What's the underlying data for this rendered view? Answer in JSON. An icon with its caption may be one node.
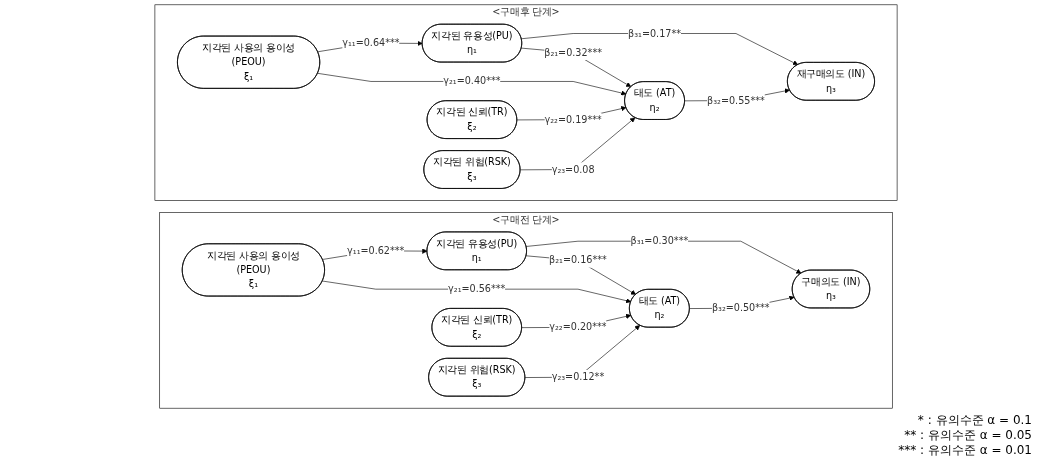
{
  "diagram": {
    "nodes": [
      {
        "text": [
          "<구매전 단계>"
        ]
      },
      {
        "text": [
          "지각된 유용성(PU)",
          "η₁"
        ],
        "in": 0
      },
      {
        "text": [
          "지각된 사용의 용이성(PEOU)",
          "ξ₁"
        ],
        "in": 0
      },
      {
        "text": [
          "지각된 신뢰(TR)",
          "ξ₂"
        ],
        "in": 0
      },
      {
        "text": [
          "지각된 위험(RSK)",
          "ξ₃"
        ],
        "in": 0
      },
      {
        "text": [
          "태도 (AT)",
          "η₂"
        ],
        "in": 0
      },
      {
        "text": [
          "구매의도 (IN)",
          "η₃"
        ],
        "in": 0
      },
      {
        "text": [
          "<구매후 단계>"
        ]
      },
      {
        "text": [
          "지각된 유용성(PU)",
          "η₁"
        ],
        "in": 7
      },
      {
        "text": [
          "지각된 사용의 용이성(PEOU)",
          "ξ₁"
        ],
        "in": 7
      },
      {
        "text": [
          "지각된 신뢰(TR)",
          "ξ₂"
        ],
        "in": 7
      },
      {
        "text": [
          "지각된 위험(RSK)",
          "ξ₃"
        ],
        "in": 7
      },
      {
        "text": [
          "태도 (AT)",
          "η₂"
        ],
        "in": 7
      },
      {
        "text": [
          "재구매의도 (IN)",
          "η₃"
        ],
        "in": 7
      }
    ],
    "edges": [
      {
        "from": 2,
        "to": 1,
        "arrow": "to",
        "label": "γ₁₁=0.62***"
      },
      {
        "from": 1,
        "to": 5,
        "arrow": "to",
        "label": "β₂₁=0.16***"
      },
      {
        "from": 1,
        "to": 6,
        "arrow": "to",
        "label": "β₃₁=0.30***"
      },
      {
        "from": 2,
        "to": 5,
        "arrow": "to",
        "label": "γ₂₁=0.56***"
      },
      {
        "from": 3,
        "to": 5,
        "arrow": "to",
        "label": "γ₂₂=0.20***"
      },
      {
        "from": 4,
        "to": 5,
        "arrow": "to",
        "label": "γ₂₃=0.12**"
      },
      {
        "from": 5,
        "to": 6,
        "arrow": "to",
        "label": "β₃₂=0.50***"
      },
      {
        "from": 9,
        "to": 8,
        "arrow": "to",
        "label": "γ₁₁=0.64***"
      },
      {
        "from": 8,
        "to": 12,
        "arrow": "to",
        "label": "β₂₁=0.32***"
      },
      {
        "from": 8,
        "to": 13,
        "arrow": "to",
        "label": "β₃₁=0.17**"
      },
      {
        "from": 9,
        "to": 12,
        "arrow": "to",
        "label": "γ₂₁=0.40***"
      },
      {
        "from": 10,
        "to": 12,
        "arrow": "to",
        "label": "γ₂₂=0.19***"
      },
      {
        "from": 11,
        "to": 12,
        "arrow": "to",
        "label": "γ₂₃=0.08"
      },
      {
        "from": 12,
        "to": 13,
        "arrow": "to",
        "label": "β₃₂=0.55***"
      }
    ],
    "labels": [
      "* : 유의수준 α = 0.1",
      "** : 유의수준 α = 0.05",
      "*** : 유의수준 α = 0.01"
    ]
  }
}
